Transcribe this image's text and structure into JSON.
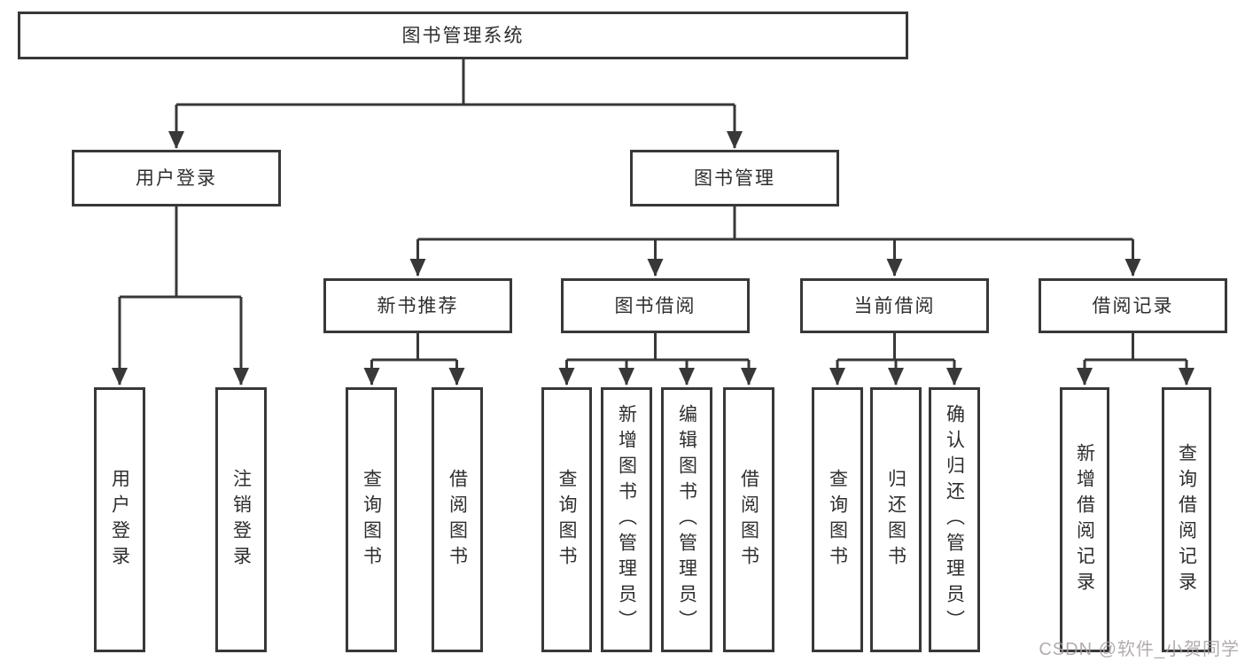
{
  "diagram": {
    "type": "hierarchy",
    "tree": {
      "label": "图书管理系统",
      "children": [
        {
          "label": "用户登录",
          "children": [
            {
              "label": "用户登录"
            },
            {
              "label": "注销登录"
            }
          ]
        },
        {
          "label": "图书管理",
          "children": [
            {
              "label": "新书推荐",
              "children": [
                {
                  "label": "查询图书"
                },
                {
                  "label": "借阅图书"
                }
              ]
            },
            {
              "label": "图书借阅",
              "children": [
                {
                  "label": "查询图书"
                },
                {
                  "label": "新增图书（管理员）"
                },
                {
                  "label": "编辑图书（管理员）"
                },
                {
                  "label": "借阅图书"
                }
              ]
            },
            {
              "label": "当前借阅",
              "children": [
                {
                  "label": "查询图书"
                },
                {
                  "label": "归还图书"
                },
                {
                  "label": "确认归还（管理员）"
                }
              ]
            },
            {
              "label": "借阅记录",
              "children": [
                {
                  "label": "新增借阅记录"
                },
                {
                  "label": "查询借阅记录"
                }
              ]
            }
          ]
        }
      ]
    },
    "colors": {
      "line": "#383838",
      "box_border": "#383838",
      "box_fill": "#ffffff",
      "text": "#2e2e2e",
      "watermark": "#a49ea6",
      "background": "#ffffff"
    }
  },
  "watermark": "CSDN @软件_小贺同学"
}
